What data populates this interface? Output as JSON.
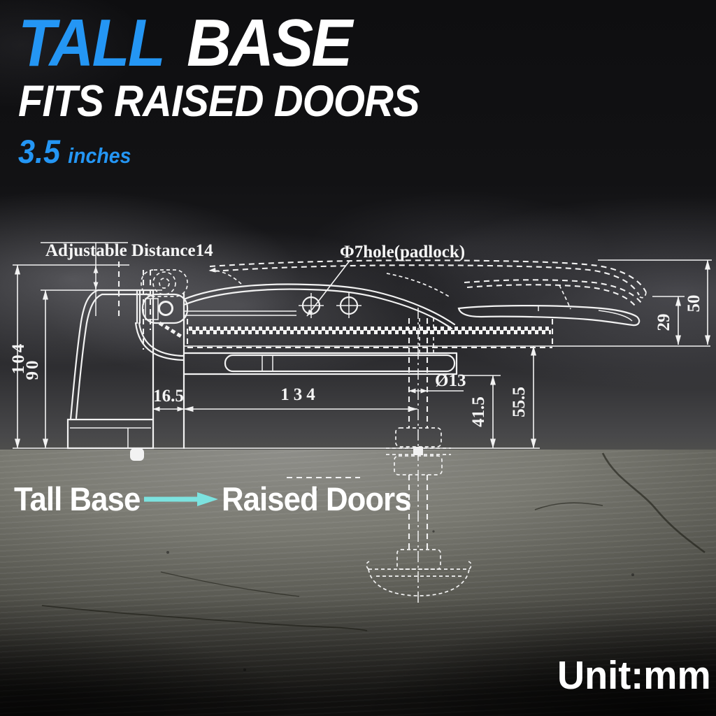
{
  "header": {
    "title_accent": "TALL",
    "title_rest": "BASE",
    "subtitle": "FITS RAISED DOORS",
    "size_value": "3.5",
    "size_unit": "inches"
  },
  "diagram": {
    "callouts": {
      "adjustable_distance": "Adjustable Distance14",
      "padlock_hole": "Φ7hole(padlock)"
    },
    "dimensions_mm": {
      "overall_height": "104",
      "base_height": "90",
      "base_back_offset": "16.5",
      "plate_length": "134",
      "rod_diameter": "Ø13",
      "plate_bottom_height": "41.5",
      "plate_top_height": "55.5",
      "handle_gap_closed": "29",
      "handle_gap_open": "50"
    }
  },
  "caption": {
    "left_label": "Tall Base",
    "right_label": "Raised Doors"
  },
  "footer": {
    "unit_label": "Unit:mm"
  },
  "colors": {
    "accent_blue": "#2496f4",
    "arrow_cyan": "#7ce2df",
    "line_white": "#f2f2f2"
  }
}
